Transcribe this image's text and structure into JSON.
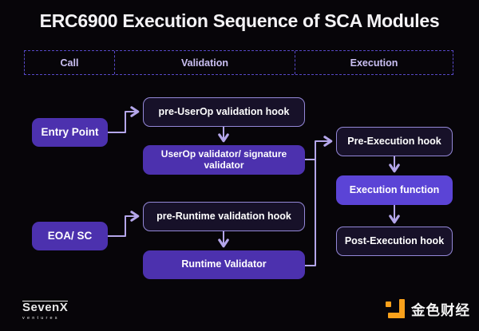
{
  "title": "ERC6900 Execution Sequence of SCA Modules",
  "lanes": {
    "call": "Call",
    "validation": "Validation",
    "execution": "Execution"
  },
  "nodes": {
    "entry_point": {
      "label": "Entry Point",
      "style": "filled"
    },
    "pre_userop_hook": {
      "label": "pre-UserOp validation hook",
      "style": "outlined"
    },
    "userop_validator": {
      "label": "UserOp validator/ signature validator",
      "style": "filled"
    },
    "pre_runtime_hook": {
      "label": "pre-Runtime validation hook",
      "style": "outlined"
    },
    "runtime_validator": {
      "label": "Runtime Validator",
      "style": "filled"
    },
    "eoa_sc": {
      "label": "EOA/ SC",
      "style": "filled"
    },
    "pre_execution_hook": {
      "label": "Pre-Execution hook",
      "style": "outlined"
    },
    "execution_function": {
      "label": "Execution function",
      "style": "filled-bright"
    },
    "post_execution_hook": {
      "label": "Post-Execution hook",
      "style": "outlined"
    }
  },
  "edges": [
    "Entry Point -> pre-UserOp validation hook",
    "pre-UserOp validation hook -> UserOp validator/ signature validator",
    "UserOp validator/ signature validator -> Pre-Execution hook",
    "EOA/ SC -> pre-Runtime validation hook",
    "pre-Runtime validation hook -> Runtime Validator",
    "Runtime Validator -> Pre-Execution hook",
    "Pre-Execution hook -> Execution function",
    "Execution function -> Post-Execution hook"
  ],
  "branding": {
    "sevenx": {
      "name": "SevenX",
      "sub": "ventures"
    },
    "jinse": {
      "name": "金色财经"
    }
  },
  "colors": {
    "background": "#070509",
    "filled_box": "#4c31ae",
    "bright_box": "#5b44d6",
    "outlined_box_bg": "#171129",
    "outline_border": "#9488d8",
    "dashed_border": "#5748c6",
    "lane_text": "#cbc0f3",
    "arrow": "#b4a6ea",
    "jinse_orange": "#f9a11b"
  }
}
